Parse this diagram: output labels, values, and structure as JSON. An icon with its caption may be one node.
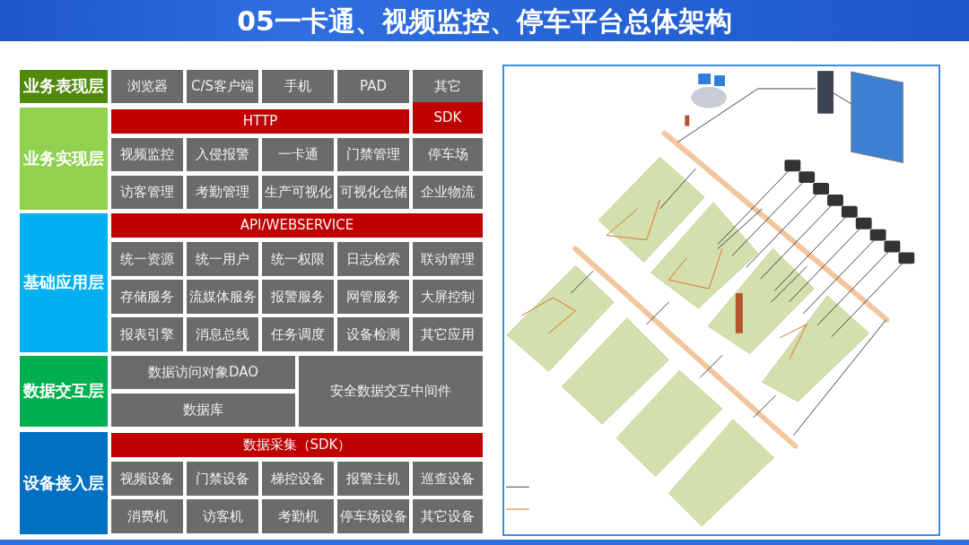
{
  "diagram": {
    "title": "05一卡通、视频监控、停车平台总体架构",
    "nodes": [
      {
        "text": [
          "业务表现层"
        ]
      },
      {
        "text": [
          "浏览器"
        ]
      },
      {
        "text": [
          "C/S客户端"
        ]
      },
      {
        "text": [
          "手机"
        ]
      },
      {
        "text": [
          "PAD"
        ]
      },
      {
        "text": [
          "其它"
        ]
      },
      {
        "text": [
          "业务实现层"
        ]
      },
      {
        "text": [
          "HTTP"
        ]
      },
      {
        "text": [
          "SDK"
        ]
      },
      {
        "text": [
          "视频监控"
        ]
      },
      {
        "text": [
          "入侵报警"
        ]
      },
      {
        "text": [
          "一卡通"
        ]
      },
      {
        "text": [
          "门禁管理"
        ]
      },
      {
        "text": [
          "停车场"
        ]
      },
      {
        "text": [
          "访客管理"
        ]
      },
      {
        "text": [
          "考勤管理"
        ]
      },
      {
        "text": [
          "生产可视化"
        ]
      },
      {
        "text": [
          "可视化仓储"
        ]
      },
      {
        "text": [
          "企业物流"
        ]
      },
      {
        "text": [
          "基础应用层"
        ]
      },
      {
        "text": [
          "API/WEBSERVICE"
        ]
      },
      {
        "text": [
          "统一资源"
        ]
      },
      {
        "text": [
          "统一用户"
        ]
      },
      {
        "text": [
          "统一权限"
        ]
      },
      {
        "text": [
          "日志检索"
        ]
      },
      {
        "text": [
          "联动管理"
        ]
      },
      {
        "text": [
          "存储服务"
        ]
      },
      {
        "text": [
          "流媒体服务"
        ]
      },
      {
        "text": [
          "报警服务"
        ]
      },
      {
        "text": [
          "网管服务"
        ]
      },
      {
        "text": [
          "大屏控制"
        ]
      },
      {
        "text": [
          "报表引擎"
        ]
      },
      {
        "text": [
          "消息总线"
        ]
      },
      {
        "text": [
          "任务调度"
        ]
      },
      {
        "text": [
          "设备检测"
        ]
      },
      {
        "text": [
          "其它应用"
        ]
      },
      {
        "text": [
          "数据交互层"
        ]
      },
      {
        "text": [
          "数据访问对象DAO"
        ]
      },
      {
        "text": [
          "安全数据交互中间件"
        ]
      },
      {
        "text": [
          "数据库"
        ]
      },
      {
        "text": [
          "设备接入层"
        ]
      },
      {
        "text": [
          "数据采集（SDK）"
        ]
      },
      {
        "text": [
          "视频设备"
        ]
      },
      {
        "text": [
          "门禁设备"
        ]
      },
      {
        "text": [
          "梯控设备"
        ]
      },
      {
        "text": [
          "报警主机"
        ]
      },
      {
        "text": [
          "巡查设备"
        ]
      },
      {
        "text": [
          "消费机"
        ]
      },
      {
        "text": [
          "访客机"
        ]
      },
      {
        "text": [
          "考勤机"
        ]
      },
      {
        "text": [
          "停车场设备"
        ]
      },
      {
        "text": [
          "其它设备"
        ]
      }
    ]
  }
}
